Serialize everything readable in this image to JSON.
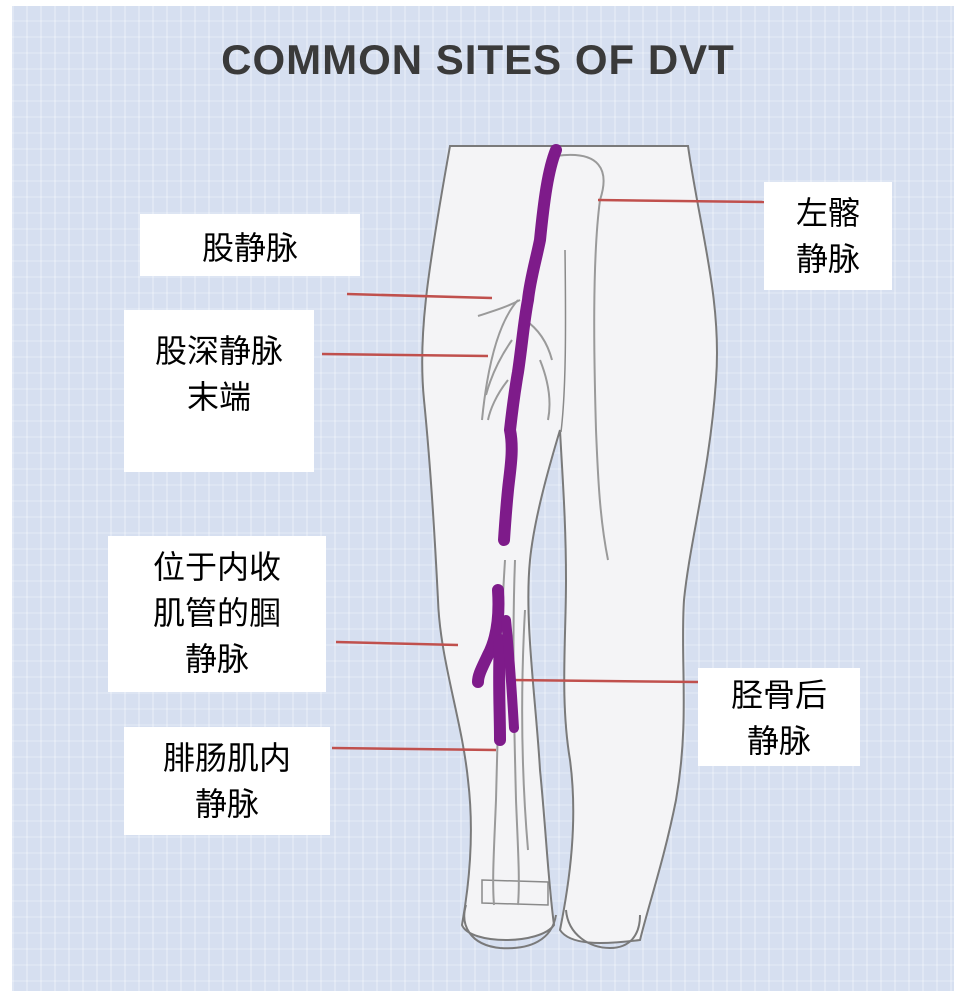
{
  "title": "COMMON SITES OF DVT",
  "colors": {
    "background": "#d6dff0",
    "leg_fill": "#f4f4f6",
    "leg_stroke": "#7a7a7a",
    "thrombus": "#7e1b8a",
    "leader": "#c0504d"
  },
  "labels": {
    "femoral": {
      "lines": [
        "股静脉"
      ]
    },
    "deep_femoral": {
      "lines": [
        "股深静脉",
        "末端"
      ]
    },
    "left_iliac": {
      "lines": [
        "左髂",
        "静脉"
      ]
    },
    "popliteal": {
      "lines": [
        "位于内收",
        "肌管的腘",
        "静脉"
      ]
    },
    "posterior_tibial": {
      "lines": [
        "胫骨后",
        "静脉"
      ]
    },
    "gastrocnemius": {
      "lines": [
        "腓肠肌内",
        "静脉"
      ]
    }
  }
}
